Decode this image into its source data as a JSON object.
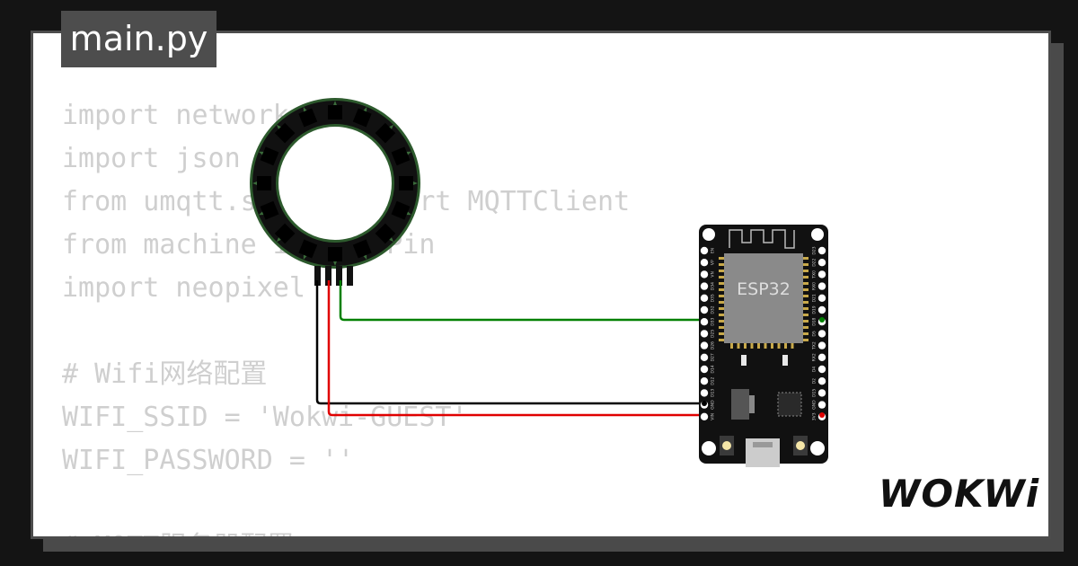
{
  "file_tab": {
    "label": "main.py"
  },
  "code_lines": [
    "import network",
    "import json",
    "from umqtt.simple import MQTTClient",
    "from machine import Pin",
    "import neopixel",
    "",
    "# Wifi网络配置",
    "WIFI_SSID = 'Wokwi-GUEST'",
    "WIFI_PASSWORD = ''",
    "",
    "# MQTT服务器配置"
  ],
  "board": {
    "label": "ESP32",
    "left_pins": [
      "EN",
      "VP",
      "VN",
      "D34",
      "D35",
      "D32",
      "D33",
      "D25",
      "D26",
      "D27",
      "D14",
      "D12",
      "D13",
      "GND",
      "VIN"
    ],
    "right_pins": [
      "D23",
      "D22",
      "TX0",
      "RX0",
      "D21",
      "D19",
      "D18",
      "D5",
      "TX2",
      "RX2",
      "D4",
      "D2",
      "D15",
      "GND",
      "3V3"
    ]
  },
  "components": {
    "ring": "neopixel-ring",
    "ring_pixel_count": 16
  },
  "wires": [
    {
      "name": "data-wire",
      "color": "#008000"
    },
    {
      "name": "ground-wire",
      "color": "#000000"
    },
    {
      "name": "power-wire",
      "color": "#e00000"
    }
  ],
  "logo": {
    "text": "WOKWi"
  },
  "colors": {
    "background": "#141414",
    "panel": "#ffffff",
    "tab": "#4d4d4d",
    "code_text": "#cfcfcf",
    "ring_body": "#111111",
    "ring_led": "#3a6b3a"
  }
}
